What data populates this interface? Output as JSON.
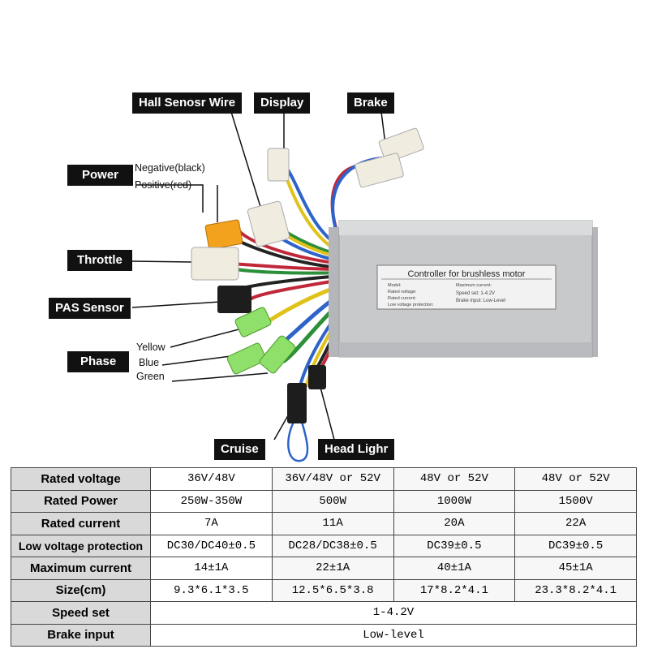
{
  "labels": {
    "hall": "Hall Senosr Wire",
    "display": "Display",
    "brake": "Brake",
    "power": "Power",
    "negative": "Negative(black)",
    "positive": "Positive(red)",
    "throttle": "Throttle",
    "pas": "PAS Sensor",
    "phase": "Phase",
    "yellow": "Yellow",
    "blue": "Blue",
    "green": "Green",
    "cruise": "Cruise",
    "headlight": "Head Lighr"
  },
  "controller": {
    "title": "Controller for brushless motor",
    "spec_lines": [
      "Model:",
      "Rated voltage:",
      "Rated current:",
      "Low voltage protection:",
      "Maximum current:",
      "Speed set: 1-4.2V",
      "Brake input: Low-Level"
    ]
  },
  "table": {
    "rows": [
      {
        "label": "Rated voltage",
        "values": [
          "36V/48V",
          "36V/48V or 52V",
          "48V or 52V",
          "48V or 52V"
        ]
      },
      {
        "label": "Rated Power",
        "values": [
          "250W-350W",
          "500W",
          "1000W",
          "1500V"
        ]
      },
      {
        "label": "Rated current",
        "values": [
          "7A",
          "11A",
          "20A",
          "22A"
        ]
      },
      {
        "label": "Low voltage protection",
        "values": [
          "DC30/DC40±0.5",
          "DC28/DC38±0.5",
          "DC39±0.5",
          "DC39±0.5"
        ]
      },
      {
        "label": "Maximum current",
        "values": [
          "14±1A",
          "22±1A",
          "40±1A",
          "45±1A"
        ]
      },
      {
        "label": "Size(cm)",
        "values": [
          "9.3*6.1*3.5",
          "12.5*6.5*3.8",
          "17*8.2*4.1",
          "23.3*8.2*4.1"
        ]
      }
    ],
    "merged_rows": [
      {
        "label": "Speed set",
        "value": "1-4.2V"
      },
      {
        "label": "Brake input",
        "value": "Low-level"
      }
    ]
  },
  "colors": {
    "housing": "#c8c9cb",
    "label_bg": "#111111",
    "header_cell": "#d9d9d9",
    "connector_white": "#f1ece0",
    "connector_orange": "#f2a21c",
    "connector_green": "#8fe06a"
  }
}
